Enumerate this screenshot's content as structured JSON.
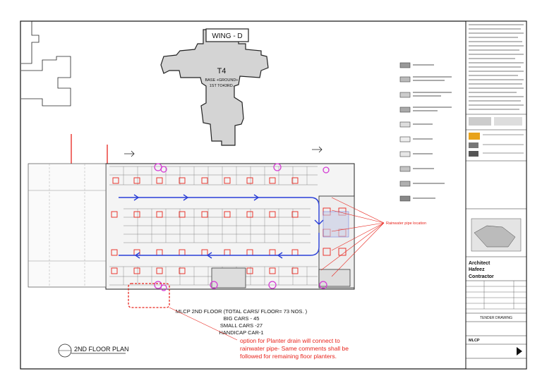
{
  "drawing": {
    "wing_label": "WING - D",
    "tower_label": "T4",
    "tower_note_1": "BASE +GROUND+",
    "tower_note_2": "1ST TO43RD."
  },
  "summary": {
    "line1": "MLCP 2ND FLOOR (TOTAL CARS/ FLOOR= 73 NOS. )",
    "line2": "BIG CARS - 45",
    "line3": "SMALL CARS -27",
    "line4": "HANDICAP CAR-1"
  },
  "annotations": {
    "rainwater": "Rainwater pipe location",
    "planter_1": "option for Planter drain will connect to",
    "planter_2": "rainwater pipe- Same comments shall be",
    "planter_3": "followed for remaining floor planters."
  },
  "plan_title": {
    "label": "2ND FLOOR PLAN"
  },
  "title_block": {
    "architect": "Architect",
    "hafeez": "Hafeez",
    "contractor": "Contractor",
    "tender": "TENDER DRAWING",
    "mlcp": "MLCP"
  },
  "colors": {
    "annotation": "#e8241c",
    "circulation": "#2a3fd8",
    "planter_marker": "#d43cd4",
    "ink": "#111111"
  }
}
